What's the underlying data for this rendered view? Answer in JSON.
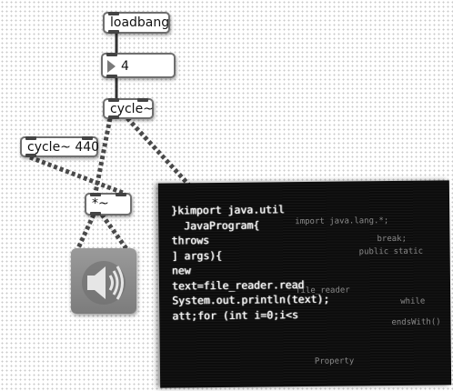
{
  "patcher": {
    "objects": {
      "loadbang": "loadbang",
      "number_value": "4",
      "cycle": "cycle~",
      "cycle440": "cycle~ 440",
      "multiply": "*~"
    }
  },
  "code_overlay": {
    "lines": [
      "}kimport java.util",
      "  JavaProgram{",
      "throws",
      "] args){",
      "new",
      "text=file_reader.read",
      "System.out.println(text);",
      "att;for (int i=0;i<s",
      ""
    ],
    "ghost_lines": [
      "import java.lang.*;",
      "public static",
      "break;",
      "file_reader",
      "while",
      "endsWith()",
      "Property"
    ]
  },
  "colors": {
    "canvas_background": "#ffffff",
    "object_border": "#6f6f6f",
    "patch_cord": "#4a4a4a",
    "dac_background": "#8a8a8a",
    "code_background": "#0c0c0c",
    "code_text": "#f2f2f2"
  },
  "icons": {
    "dac": "speaker-icon",
    "number_arrow": "triangle-right-icon"
  }
}
